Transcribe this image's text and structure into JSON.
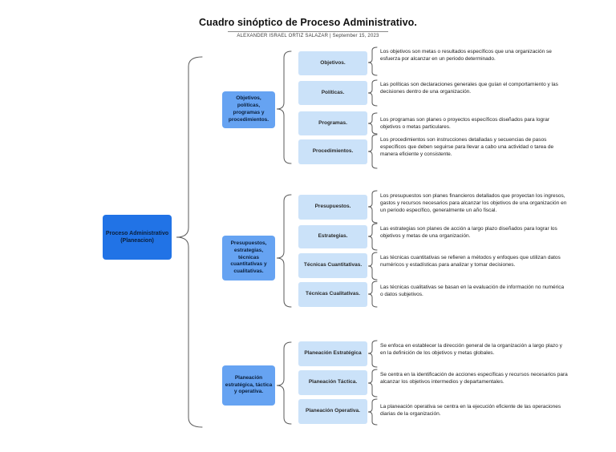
{
  "page": {
    "title": "Cuadro sinóptico de Proceso Administrativo.",
    "byline": "ALEXANDER ISRAEL ORTIZ SALAZAR  |  September 15, 2023"
  },
  "colors": {
    "root_fill": "#2173e6",
    "group_fill": "#66a3f2",
    "leaf_fill": "#cbe2f9",
    "brace": "#5a5a5a"
  },
  "tree": {
    "root": {
      "label": "Proceso Administrativo (Planeacion)"
    },
    "groups": [
      {
        "label": "Objetivos, políticas, programas y procedimientos.",
        "leaves": [
          {
            "label": "Objetivos.",
            "description": "Los objetivos son metas o resultados específicos que una organización se esfuerza por alcanzar en un periodo determinado."
          },
          {
            "label": "Políticas.",
            "description": "Las políticas son declaraciones generales que guían el comportamiento y las decisiones dentro de una organización."
          },
          {
            "label": "Programas.",
            "description": "Los programas son planes o proyectos específicos diseñados para lograr objetivos o metas particulares."
          },
          {
            "label": "Procedimientos.",
            "description": "Los procedimientos son instrucciones detalladas y secuencias de pasos específicos que deben seguirse para llevar a cabo una actividad o tarea de manera eficiente y consistente."
          }
        ]
      },
      {
        "label": "Presupuestos, estrategias, técnicas cuantitativas y cualitativas.",
        "leaves": [
          {
            "label": "Presupuestos.",
            "description": "Los presupuestos son planes financieros detallados que proyectan los ingresos, gastos y recursos necesarios para alcanzar los objetivos de una organización en un periodo específico, generalmente un año fiscal."
          },
          {
            "label": "Estrategias.",
            "description": "Las estrategias son planes de acción a largo plazo diseñados para lograr los objetivos y metas de una organización."
          },
          {
            "label": "Técnicas Cuantitativas.",
            "description": "Las técnicas cuantitativas se refieren a métodos y enfoques que utilizan datos numéricos y estadísticas para analizar y tomar decisiones."
          },
          {
            "label": "Técnicas Cualitativas.",
            "description": "Las técnicas cualitativas se basan en la evaluación de información no numérica o datos subjetivos."
          }
        ]
      },
      {
        "label": "Planeación estratégica, táctica y operativa.",
        "leaves": [
          {
            "label": "Planeación Estratégica",
            "description": "Se enfoca en establecer la dirección general de la organización a largo plazo y en la definición de los objetivos y metas globales."
          },
          {
            "label": "Planeación Táctica.",
            "description": "Se centra en la identificación de acciones específicas y recursos necesarios para alcanzar los objetivos intermedios y departamentales."
          },
          {
            "label": "Planeación Operativa.",
            "description": "La planeación operativa se centra en la ejecución eficiente de las operaciones diarias de la organización."
          }
        ]
      }
    ]
  }
}
